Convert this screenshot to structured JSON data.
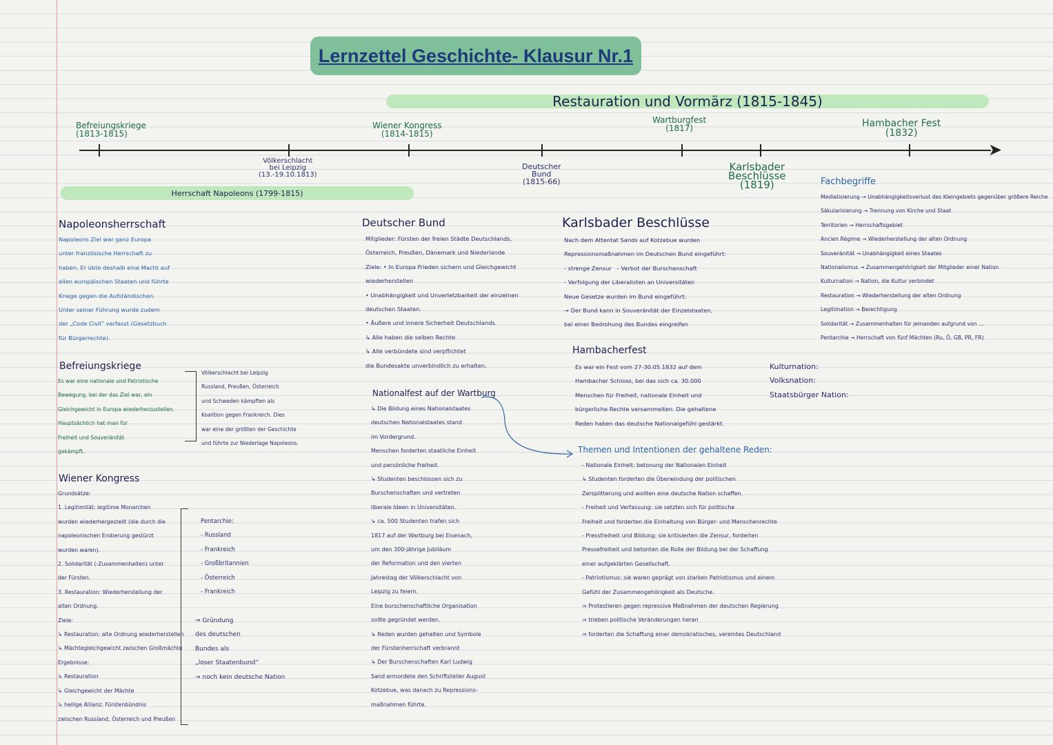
{
  "title": "Lernzettel Geschichte- Klausur Nr.1",
  "period_bar": "Restauration und Vormärz (1815-1845)",
  "napoleon_bar": "Herrschaft Napoleons (1799-1815)",
  "timeline": {
    "befreiungskriege": "Befreiungskriege\n(1813-1815)",
    "wiener_kongress": "Wiener Kongress\n(1814-1815)",
    "wartburgfest": "Wartburgfest\n(1817)",
    "hambacher_fest": "Hambacher Fest\n(1832)",
    "voelkerschlacht": "Völkerschlacht\nbei Leipzig\n(13.-19.10.1813)",
    "deutscher_bund": "Deutscher\nBund\n(1815-66)",
    "karlsbader": "Karlsbader\nBeschlüsse\n(1819)"
  },
  "napoleon": {
    "heading": "Napoleonsherrschaft",
    "text": "Napoleons Ziel war ganz Europa\nunter französische Herrschaft zu\nhaben. Er übte deshalb eine Macht auf\nallen europäischen Staaten und führte\nKriege gegen die Aufständischen.\nUnter seiner Führung wurde zudem\nder „Code Civil“ verfasst (Gesetzbuch\nfür Bürgerrechte)."
  },
  "befreiung": {
    "heading": "Befreiungskriege",
    "text": "Es war eine nationale und Patriotische\nBewegung, bei der das Ziel war, ein\nGleichgewicht in Europa wiederherzustellen.\nHauptsächlich hat man für\nFreiheit und Souveränität\ngekämpft.",
    "side": "Völkerschlacht bei Leipzig\nRussland, Preußen, Österreich\nund Schweden kämpften als\nKoalition gegen Frankreich. Dies\nwar eine der größten der Geschichte\nund führte zur Niederlage Napoleons."
  },
  "wiener": {
    "heading": "Wiener Kongress",
    "text": "Grundsätze:\n1. Legitimität: legitime Monarchen\nwurden wiederhergestellt (die durch die\nnapoleonischen Eroberung gestürzt\nwurden waren).\n2. Solidarität (-Zusammenhalten) unter\nder Fürsten.\n3. Restauration: Wiederherstellung der\nalten Ordnung.\nZiele:\n↳ Restauration: alte Ordnung wiederherstellen\n↳ Mächtegleichgewicht zwischen Großmächte\nErgebnisse:\n↳ Restauration\n↳ Gleichgewicht der Mächte\n↳ heilige Allianz: Fürstenbündnis\nzwischen Russland, Österreich und Preußen",
    "pentarchie": "Pentarchie:\n- Russland\n- Frankreich\n- Großbritannien\n- Österreich\n- Frankreich",
    "gruendung": "⇒ Gründung\ndes deutschen\nBundes als\n„loser Staatenbund“\n→ noch kein deutsche Nation"
  },
  "bund": {
    "heading": "Deutscher Bund",
    "text": "Mitglieder: Fürsten der freien Städte Deutschlands,\nÖsterreich, Preußen, Dänemark und Niederlande\nZiele: • In Europa Frieden sichern und Gleichgewicht\nwiederherstellen\n• Unabhängigkeit und Unverletzbarkeit der einzelnen\ndeutschen Staaten.\n• Äußere und innere Sicherheit Deutschlands.\n↳ Alle haben die selben Rechte\n↳ Alle verbündete sind verpflichtet\ndie Bundesakte unverbindlich zu erhalten."
  },
  "nationalfest": {
    "heading": "Nationalfest auf der Wartburg",
    "text": "↳ Die Bildung eines Nationalstaates\ndeutschen Nationalstaates stand\nim Vordergrund.\nMenschen forderten staatliche Einheit\nund persönliche Freiheit.\n↳ Studenten beschlossen sich zu\nBurschenschaften und vertreten\nliberale Ideen in Universitäten.\n↳ ca. 500 Studenten trafen sich\n1817 auf der Wartburg bei Eisenach,\num den 300-jährige Jubiläum\nder Reformation und den vierten\nJahrestag der Völkerschlacht von\nLeipzig zu feiern.\nEine burschenschaftliche Organisation\nsollte gegründet werden.\n↳ Reden wurden gehalten und Symbole\nder Fürstenherrschaft verbrannt\n↳ Der Burschenschaften Karl Ludwig\nSand ermordete den Schriftsteller August\nKotzebue, was danach zu Repressions-\nmaßnahmen führte."
  },
  "karlsbad": {
    "heading": "Karlsbader Beschlüsse",
    "text": "Nach dem Attentat Sands auf Kotzebue wurden\nRepressionsmaßnahmen im Deutschen Bund eingeführt:\n- strenge Zensur   - Verbot der Burschenschaft\n- Verfolgung der Liberalisten an Universitäten\nNeue Gesetze wurden im Bund eingeführt:\n→ Der Bund kann in Souveränität der Einzelstaaten,\nbei einer Bedrohung des Bundes eingreifen"
  },
  "hambach": {
    "heading": "Hambacherfest",
    "text": "Es war ein Fest vom 27-30.05.1832 auf dem\nHambacher Schloss, bei das sich ca. 30.000\nMenschen für Freiheit, nationale Einheit und\nbürgerliche Rechte versammelten. Die gehaltene\nReden haben das deutsche Nationalgefühl gestärkt."
  },
  "themen": {
    "heading": "Themen und Intentionen der gehaltene Reden:",
    "text": "- Nationale Einheit: betonung der Nationalen Einheit\n↳ Studenten forderten die Überwindung der politischen\nZersplitterung und wollten eine deutsche Nation schaffen.\n- Freiheit und Verfassung: sie setzten sich für politische\nFreiheit und forderten die Einhaltung von Bürger- und Menschenrechte\n- Pressfreiheit und Bildung: sie kritisierten die Zensur, forderten\nPressefreiheit und betonten die Rolle der Bildung bei der Schaffung\neiner aufgeklärten Gesellschaft.\n- Patriotismus: sie waren geprägt von starken Patriotismus und einem\nGefühl der Zusammengehörigkeit als Deutsche.\n⇒ Protestieren gegen repressive Maßnahmen der deutschen Regierung\n⇒ trieben politische Veränderungen heran\n⇒ forderten die Schaffung einer demokratisches, vereintes Deutschland"
  },
  "nation": {
    "text": "Kulturnation:\nVolksnation:\nStaatsbürger Nation:"
  },
  "fach": {
    "heading": "Fachbegriffe",
    "text": "Mediatisierung → Unabhängigkeitsverlust des Kleingebiets gegenüber größere Reiche\nSäkularisierung → Trennung von Kirche und Staat\nTerritorien → Herrschaftsgebiet\nAncien Régime → Wiederherstellung der alten Ordnung\nSouveränität → Unabhängigkeit eines Staates\nNationalismus → Zusammengehörigkeit der Mitglieder einer Nation\nKulturnation → Nation, die Kultur verbindet\nRestauration → Wiederherstellung der alten Ordnung\nLegitimation → Berechtigung\nSolidarität → Zusammenhalten für jemanden aufgrund von ...\nPentarchie → Herrschaft von fünf Mächten (Ru, Ö, GB, PR, FR)"
  }
}
